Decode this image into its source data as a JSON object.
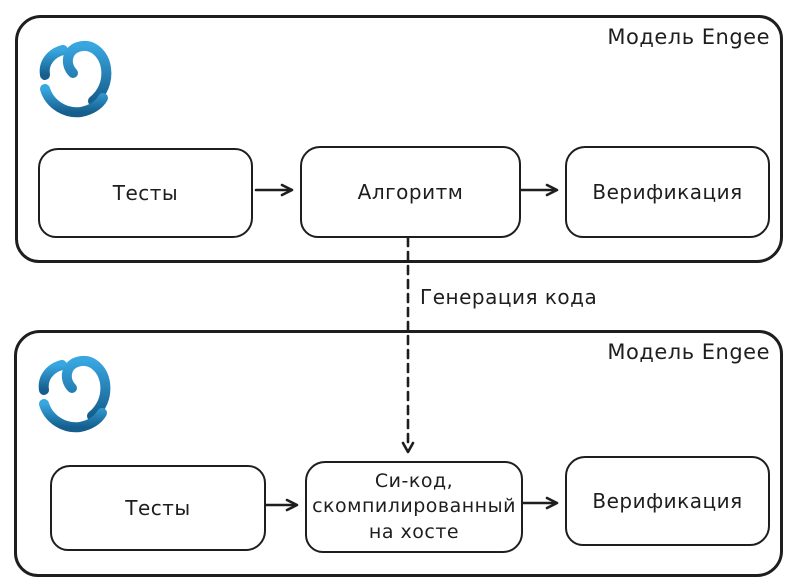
{
  "page": {
    "background_color": "#ffffff",
    "stroke_color": "#1e1e1e"
  },
  "logo": {
    "name": "engee-logo",
    "gradient_top": "#38a6e0",
    "gradient_bottom": "#155e8d"
  },
  "diagram": {
    "containers": [
      {
        "title": "Модель Engee",
        "nodes": [
          {
            "label": "Тесты"
          },
          {
            "label": "Алгоритм"
          },
          {
            "label": "Верификация"
          }
        ]
      },
      {
        "title": "Модель Engee",
        "nodes": [
          {
            "label": "Тесты"
          },
          {
            "label": "Си-код,\nскомпилированный\nна хосте"
          },
          {
            "label": "Верификация"
          }
        ]
      }
    ],
    "edge_label": "Генерация кода"
  }
}
